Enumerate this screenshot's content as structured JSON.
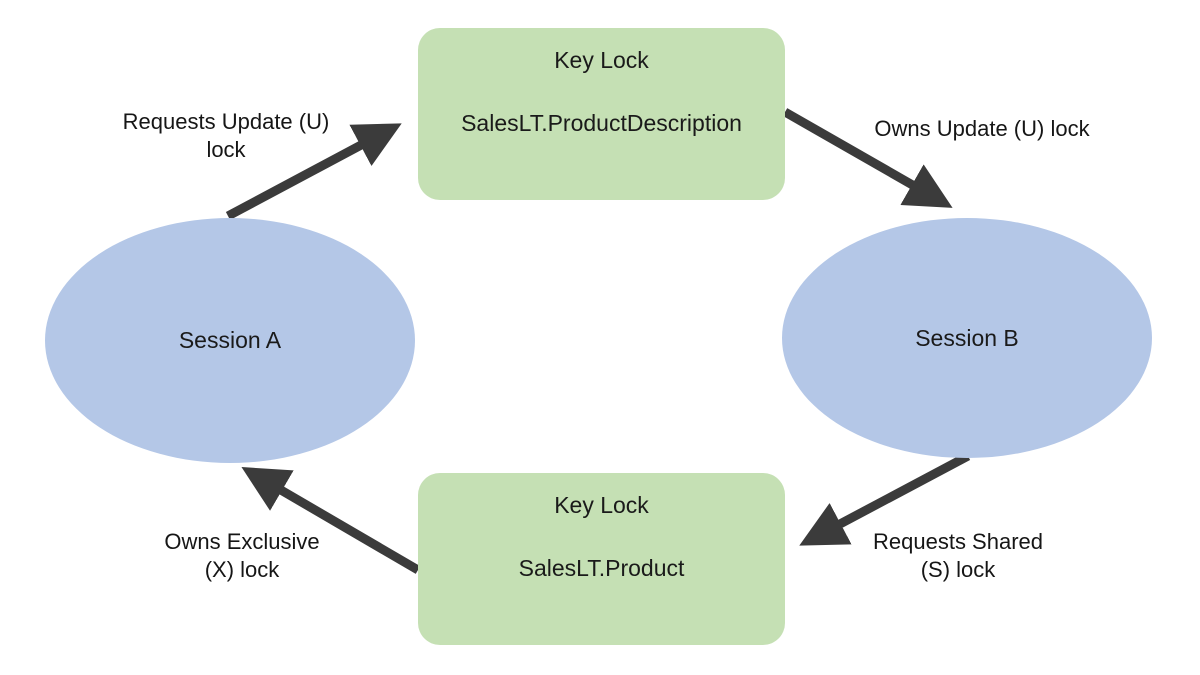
{
  "diagram": {
    "title": "SQL Server deadlock cycle between two sessions",
    "background_color": "#FFFFFF",
    "resource_fill": "#C5E0B4",
    "session_fill": "#B4C7E7",
    "arrow_color": "#3B3B3B",
    "text_color": "#161616"
  },
  "nodes": {
    "session_a": {
      "label": "Session A",
      "shape": "ellipse"
    },
    "session_b": {
      "label": "Session B",
      "shape": "ellipse"
    },
    "resource_top": {
      "kind": "Key Lock",
      "object": "SalesLT.ProductDescription",
      "shape": "rounded-rectangle"
    },
    "resource_bottom": {
      "kind": "Key Lock",
      "object": "SalesLT.Product",
      "shape": "rounded-rectangle"
    }
  },
  "edges": [
    {
      "id": "session-a-requests-productdescription",
      "from": "session_a",
      "to": "resource_top",
      "label": "Requests Update (U)\nlock",
      "direction": "up-right"
    },
    {
      "id": "productdescription-owned-by-session-b",
      "from": "resource_top",
      "to": "session_b",
      "label": "Owns Update (U) lock",
      "direction": "down-right"
    },
    {
      "id": "session-b-requests-product",
      "from": "session_b",
      "to": "resource_bottom",
      "label": "Requests Shared\n(S) lock",
      "direction": "down-left"
    },
    {
      "id": "product-owned-by-session-a",
      "from": "resource_bottom",
      "to": "session_a",
      "label": "Owns Exclusive\n(X) lock",
      "direction": "up-left"
    }
  ]
}
